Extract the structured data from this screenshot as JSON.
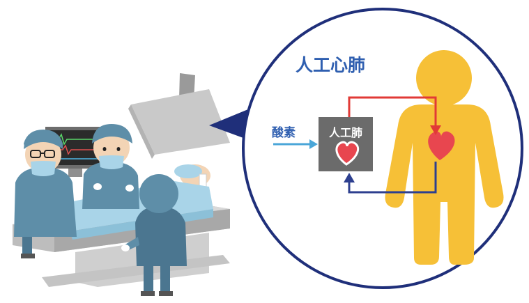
{
  "diagram": {
    "title": "人工心肺",
    "machine_label": "人工肺",
    "oxygen_label": "酸素"
  },
  "colors": {
    "circle_border": "#1f2f7a",
    "title": "#2f5fb0",
    "human_body": "#f6c037",
    "heart": "#e8464f",
    "machine_box": "#6b6b6b",
    "red_line": "#e13a36",
    "blue_line": "#2d3f8f",
    "oxygen_arrow": "#4aa6d8",
    "oxygen_text": "#2f5fb0",
    "scrubs": "#5e8ea8",
    "scrubs_dark": "#4b7690",
    "sheet": "#a9d4e8"
  }
}
